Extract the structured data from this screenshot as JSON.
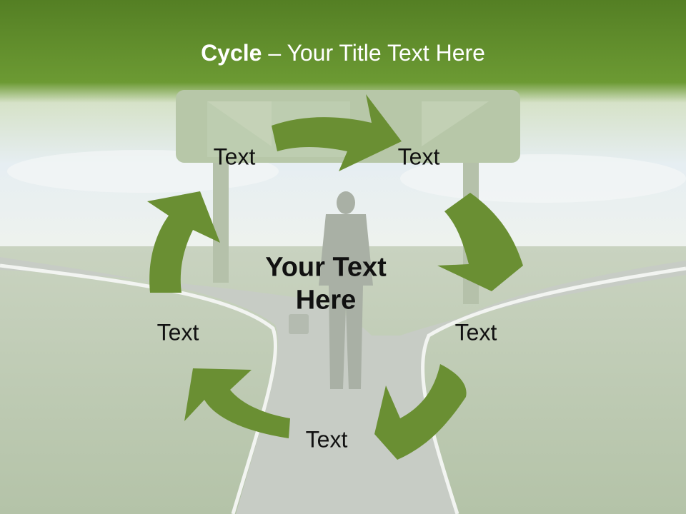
{
  "title": {
    "bold": "Cycle",
    "rest": " – Your Title Text Here"
  },
  "center": {
    "line1": "Your Text",
    "line2": "Here"
  },
  "nodes": [
    "Text",
    "Text",
    "Text",
    "Text",
    "Text"
  ],
  "colors": {
    "title_band": "#5e8a2c",
    "arrow": "#6a8f33",
    "sky": "#dfeaf0",
    "grass": "#b9c8ad",
    "road": "#c4cac3",
    "sign": "#bfccb2"
  }
}
